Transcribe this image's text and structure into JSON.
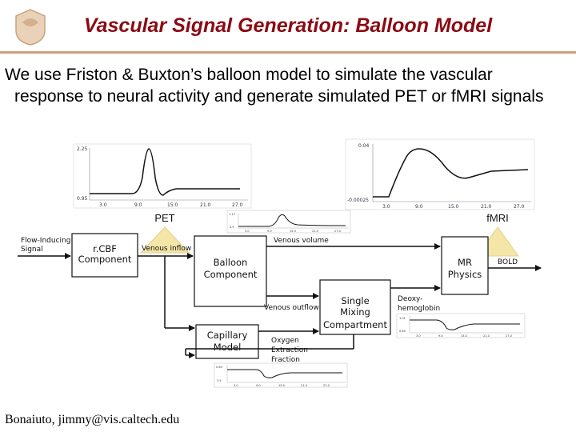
{
  "slide": {
    "title": "Vascular Signal Generation: Balloon Model",
    "body_first": "We use Friston & Buxton’s balloon model to simulate the vascular",
    "body_rest": "response to neural activity and generate simulated PET or fMRI signals",
    "footer": "Bonaiuto, jimmy@vis.caltech.edu"
  },
  "diagram": {
    "blocks": {
      "rcbf_line1": "r.CBF",
      "rcbf_line2": "Component",
      "balloon_line1": "Balloon",
      "balloon_line2": "Component",
      "single_line1": "Single",
      "single_line2": "Mixing",
      "single_line3": "Compartment",
      "mr_line1": "MR",
      "mr_line2": "Physics",
      "capillary_line1": "Capillary",
      "capillary_line2": "Model"
    },
    "signals": {
      "input_line1": "Flow-Inducing",
      "input_line2": "Signal",
      "venous_inflow": "Venous inflow",
      "venous_volume": "Venous volume",
      "venous_outflow": "Venous outflow",
      "deoxy_line1": "Deoxy-",
      "deoxy_line2": "hemoglobin",
      "oef_line1": "Oxygen",
      "oef_line2": "Extraction",
      "oef_line3": "Fraction",
      "bold": "BOLD"
    },
    "outputs": {
      "pet": "PET",
      "fmri": "fMRI"
    },
    "colors": {
      "title": "#8b0a14",
      "rule": "#c9a27a",
      "triangle": "#f3e6a6"
    }
  },
  "plots": {
    "pet": {
      "ymax_label": "2.25",
      "ymin_label": "0.95",
      "xticks": [
        "3.0",
        "9.0",
        "15.0",
        "21.0",
        "27.0"
      ]
    },
    "fmri": {
      "ymax_label": "0.04",
      "ymin_label": "-0.00025",
      "xticks": [
        "3.0",
        "9.0",
        "15.0",
        "21.0",
        "27.0"
      ]
    },
    "venous_volume": {
      "ymax_label": "1.17",
      "ymin_label": "0.9",
      "xticks": [
        "3.0",
        "9.0",
        "15.0",
        "21.0",
        "27.0"
      ]
    },
    "deoxy": {
      "ymax_label": "1.01",
      "ymin_label": "0.60",
      "xticks": [
        "3.0",
        "9.0",
        "15.0",
        "21.0",
        "27.0"
      ]
    },
    "oef": {
      "ymax_label": "0.65",
      "ymin_label": "3.5",
      "xticks": [
        "3.0",
        "9.0",
        "15.0",
        "21.0",
        "27.0"
      ]
    }
  }
}
